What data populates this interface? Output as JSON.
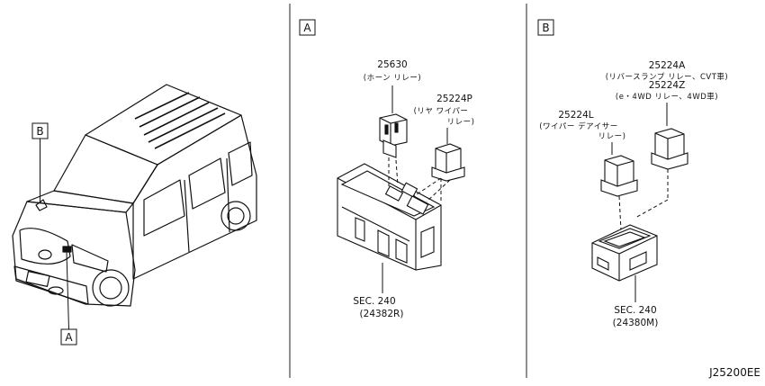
{
  "callouts": {
    "a": "A",
    "b": "B"
  },
  "parts": {
    "p25630": {
      "number": "25630",
      "name": "(ホーン リレー)"
    },
    "p25224P": {
      "number": "25224P",
      "name_1": "(リヤ ワイパー",
      "name_2": "リレー)"
    },
    "sec_a": {
      "line1": "SEC. 240",
      "line2": "(24382R)"
    },
    "p25224A": {
      "number": "25224A",
      "name": "(リバースランプ リレー、CVT車)"
    },
    "p25224Z": {
      "number": "25224Z",
      "name": "(e・4WD リレー、4WD車)"
    },
    "p25224L": {
      "number": "25224L",
      "name_1": "(ワイパー デアイサー",
      "name_2": "リレー)"
    },
    "sec_b": {
      "line1": "SEC. 240",
      "line2": "(24380M)"
    }
  },
  "diagram_code": "J25200EE"
}
